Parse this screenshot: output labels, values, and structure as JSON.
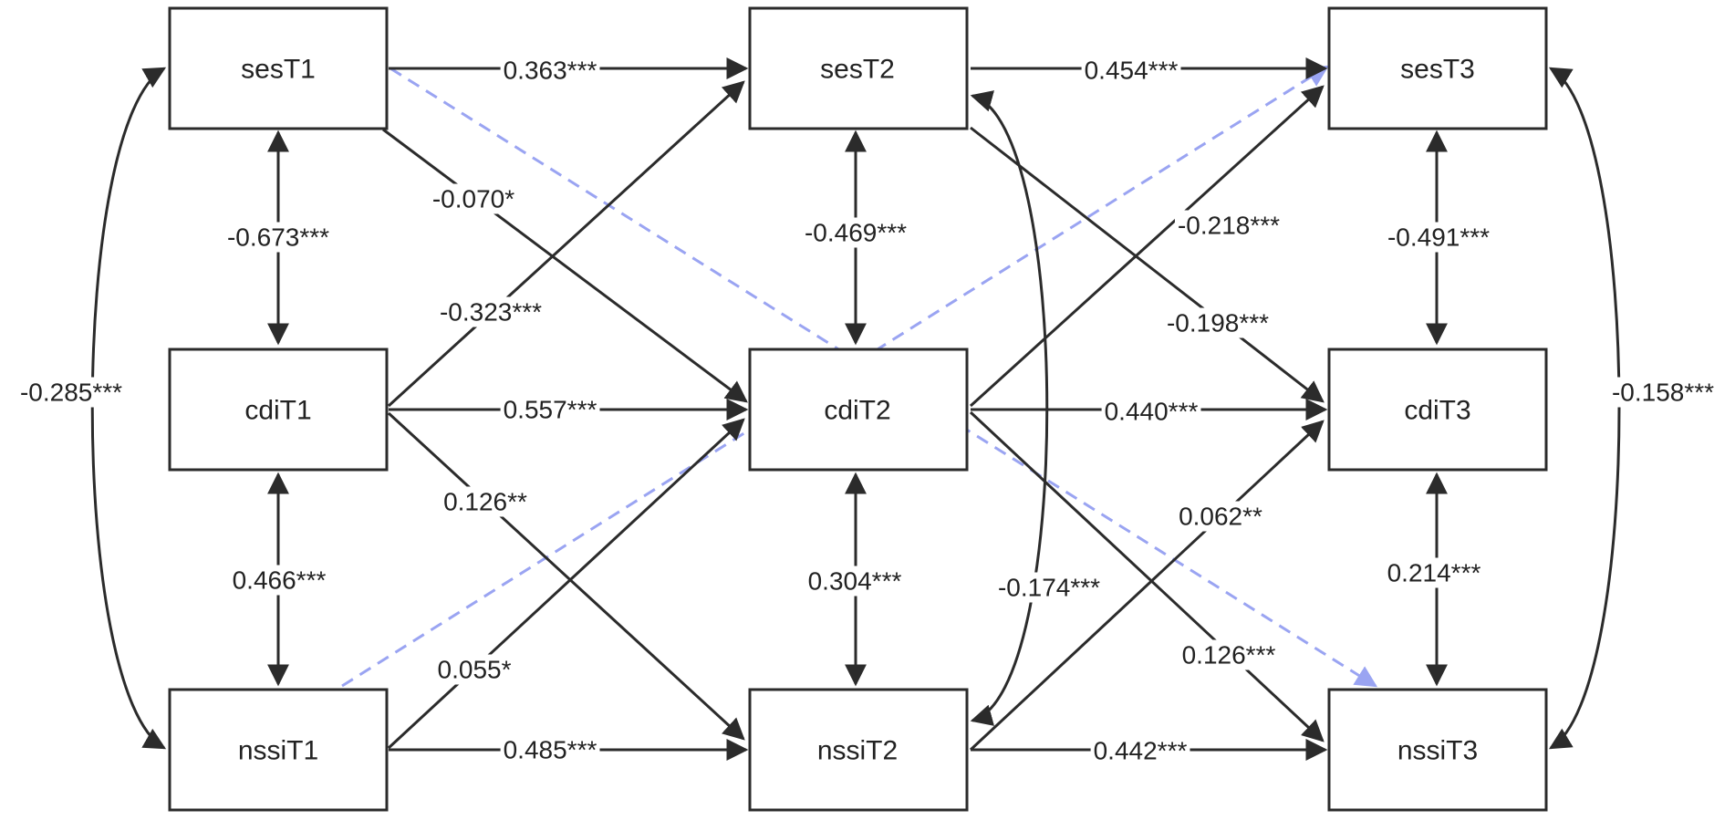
{
  "nodes": {
    "sesT1": "sesT1",
    "cdiT1": "cdiT1",
    "nssiT1": "nssiT1",
    "sesT2": "sesT2",
    "cdiT2": "cdiT2",
    "nssiT2": "nssiT2",
    "sesT3": "sesT3",
    "cdiT3": "cdiT3",
    "nssiT3": "nssiT3"
  },
  "coefficients": {
    "sesT1_sesT2": "0.363***",
    "sesT2_sesT3": "0.454***",
    "cdiT1_cdiT2": "0.557***",
    "cdiT2_cdiT3": "0.440***",
    "nssiT1_nssiT2": "0.485***",
    "nssiT2_nssiT3": "0.442***",
    "sesT1_cdiT1": "-0.673***",
    "cdiT1_nssiT1": "0.466***",
    "sesT2_cdiT2": "-0.469***",
    "cdiT2_nssiT2": "0.304***",
    "sesT3_cdiT3": "-0.491***",
    "cdiT3_nssiT3": "0.214***",
    "sesT1_nssiT1": "-0.285***",
    "sesT3_nssiT3": "-0.158***",
    "sesT2_nssiT2": "-0.174***",
    "sesT1_cdiT2": "-0.070*",
    "cdiT1_sesT2": "-0.323***",
    "cdiT1_nssiT2": "0.126**",
    "nssiT1_cdiT2": "0.055*",
    "cdiT2_sesT3": "-0.218***",
    "sesT2_cdiT3": "-0.198***",
    "nssiT2_cdiT3": "0.062**",
    "cdiT2_nssiT3": "0.126***"
  },
  "colors": {
    "line": "#2b2b2b",
    "dashed": "#9aa4f2",
    "text": "#222222"
  }
}
